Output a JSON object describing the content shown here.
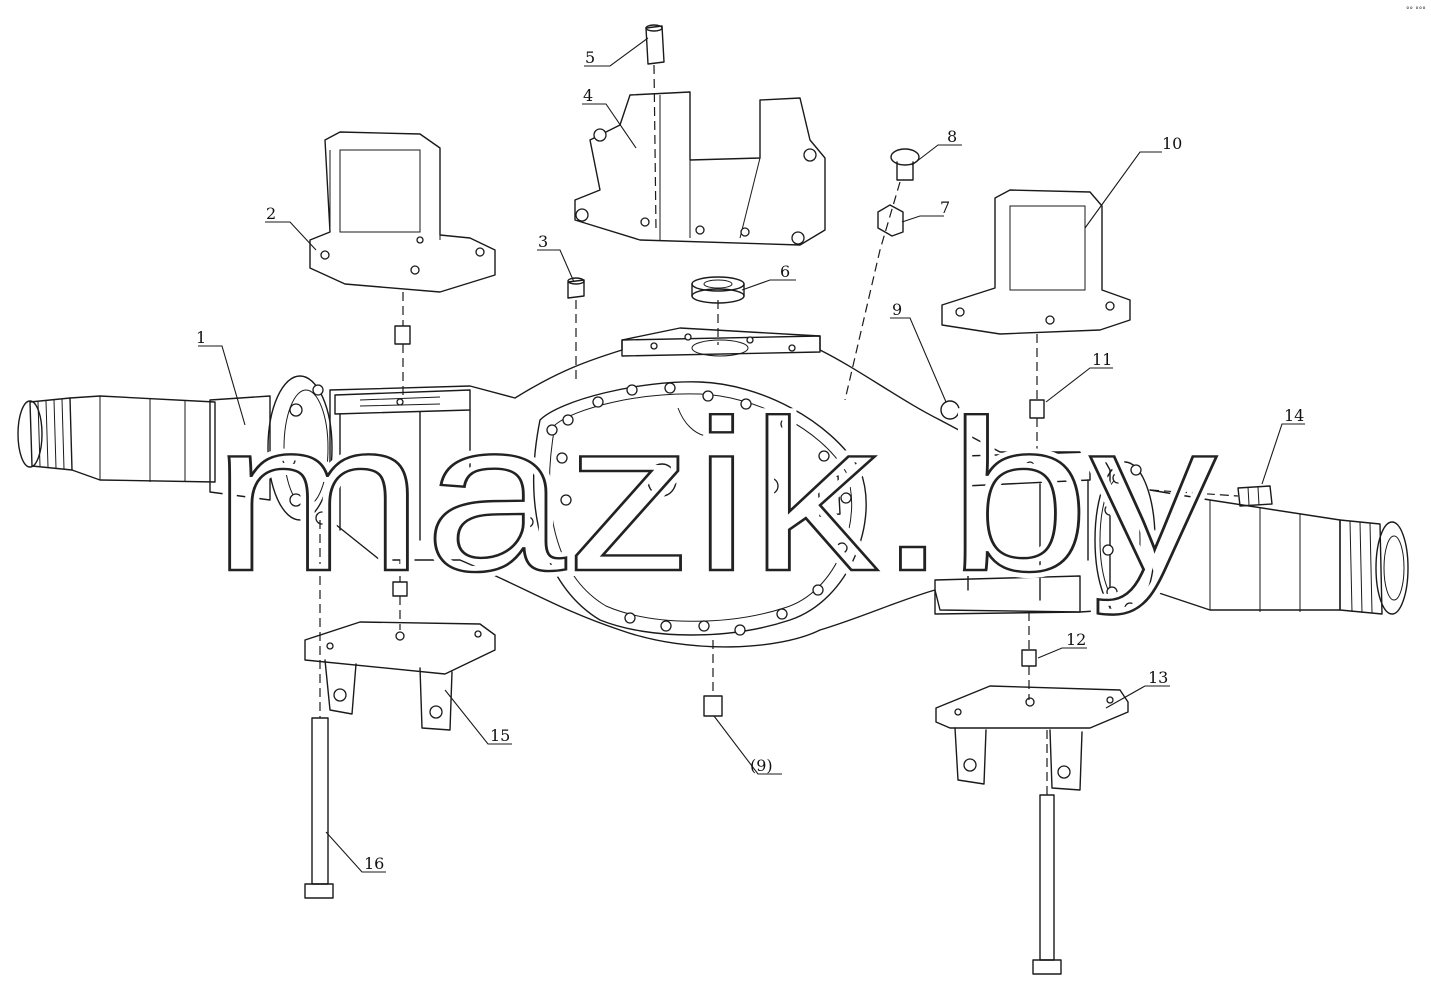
{
  "diagram": {
    "watermark": "mazik.by",
    "corner_mark": "°° °°°",
    "callouts": [
      {
        "id": "c1",
        "label": "1"
      },
      {
        "id": "c2",
        "label": "2"
      },
      {
        "id": "c3",
        "label": "3"
      },
      {
        "id": "c4",
        "label": "4"
      },
      {
        "id": "c5",
        "label": "5"
      },
      {
        "id": "c6",
        "label": "6"
      },
      {
        "id": "c7",
        "label": "7"
      },
      {
        "id": "c8",
        "label": "8"
      },
      {
        "id": "c9",
        "label": "9"
      },
      {
        "id": "c9b",
        "label": "(9)"
      },
      {
        "id": "c10",
        "label": "10"
      },
      {
        "id": "c11",
        "label": "11"
      },
      {
        "id": "c12",
        "label": "12"
      },
      {
        "id": "c13",
        "label": "13"
      },
      {
        "id": "c14",
        "label": "14"
      },
      {
        "id": "c15",
        "label": "15"
      },
      {
        "id": "c16",
        "label": "16"
      }
    ]
  }
}
